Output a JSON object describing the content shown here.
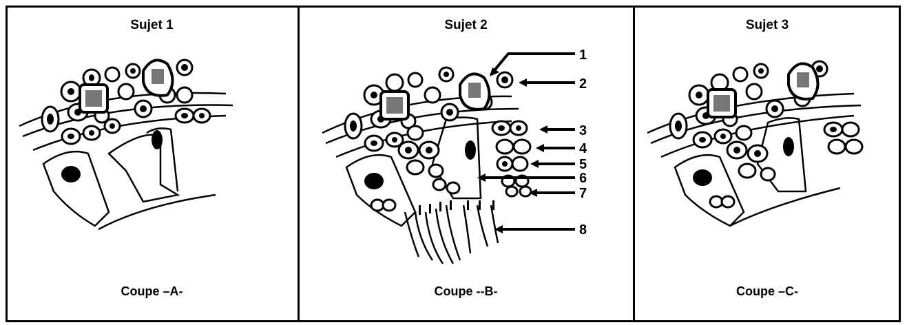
{
  "panels": [
    {
      "title": "Sujet 1",
      "caption": "Coupe –A-"
    },
    {
      "title": "Sujet 2",
      "caption": "Coupe --B-"
    },
    {
      "title": "Sujet 3",
      "caption": "Coupe –C-"
    }
  ],
  "labels": [
    "1",
    "2",
    "3",
    "4",
    "5",
    "6",
    "7",
    "8"
  ]
}
